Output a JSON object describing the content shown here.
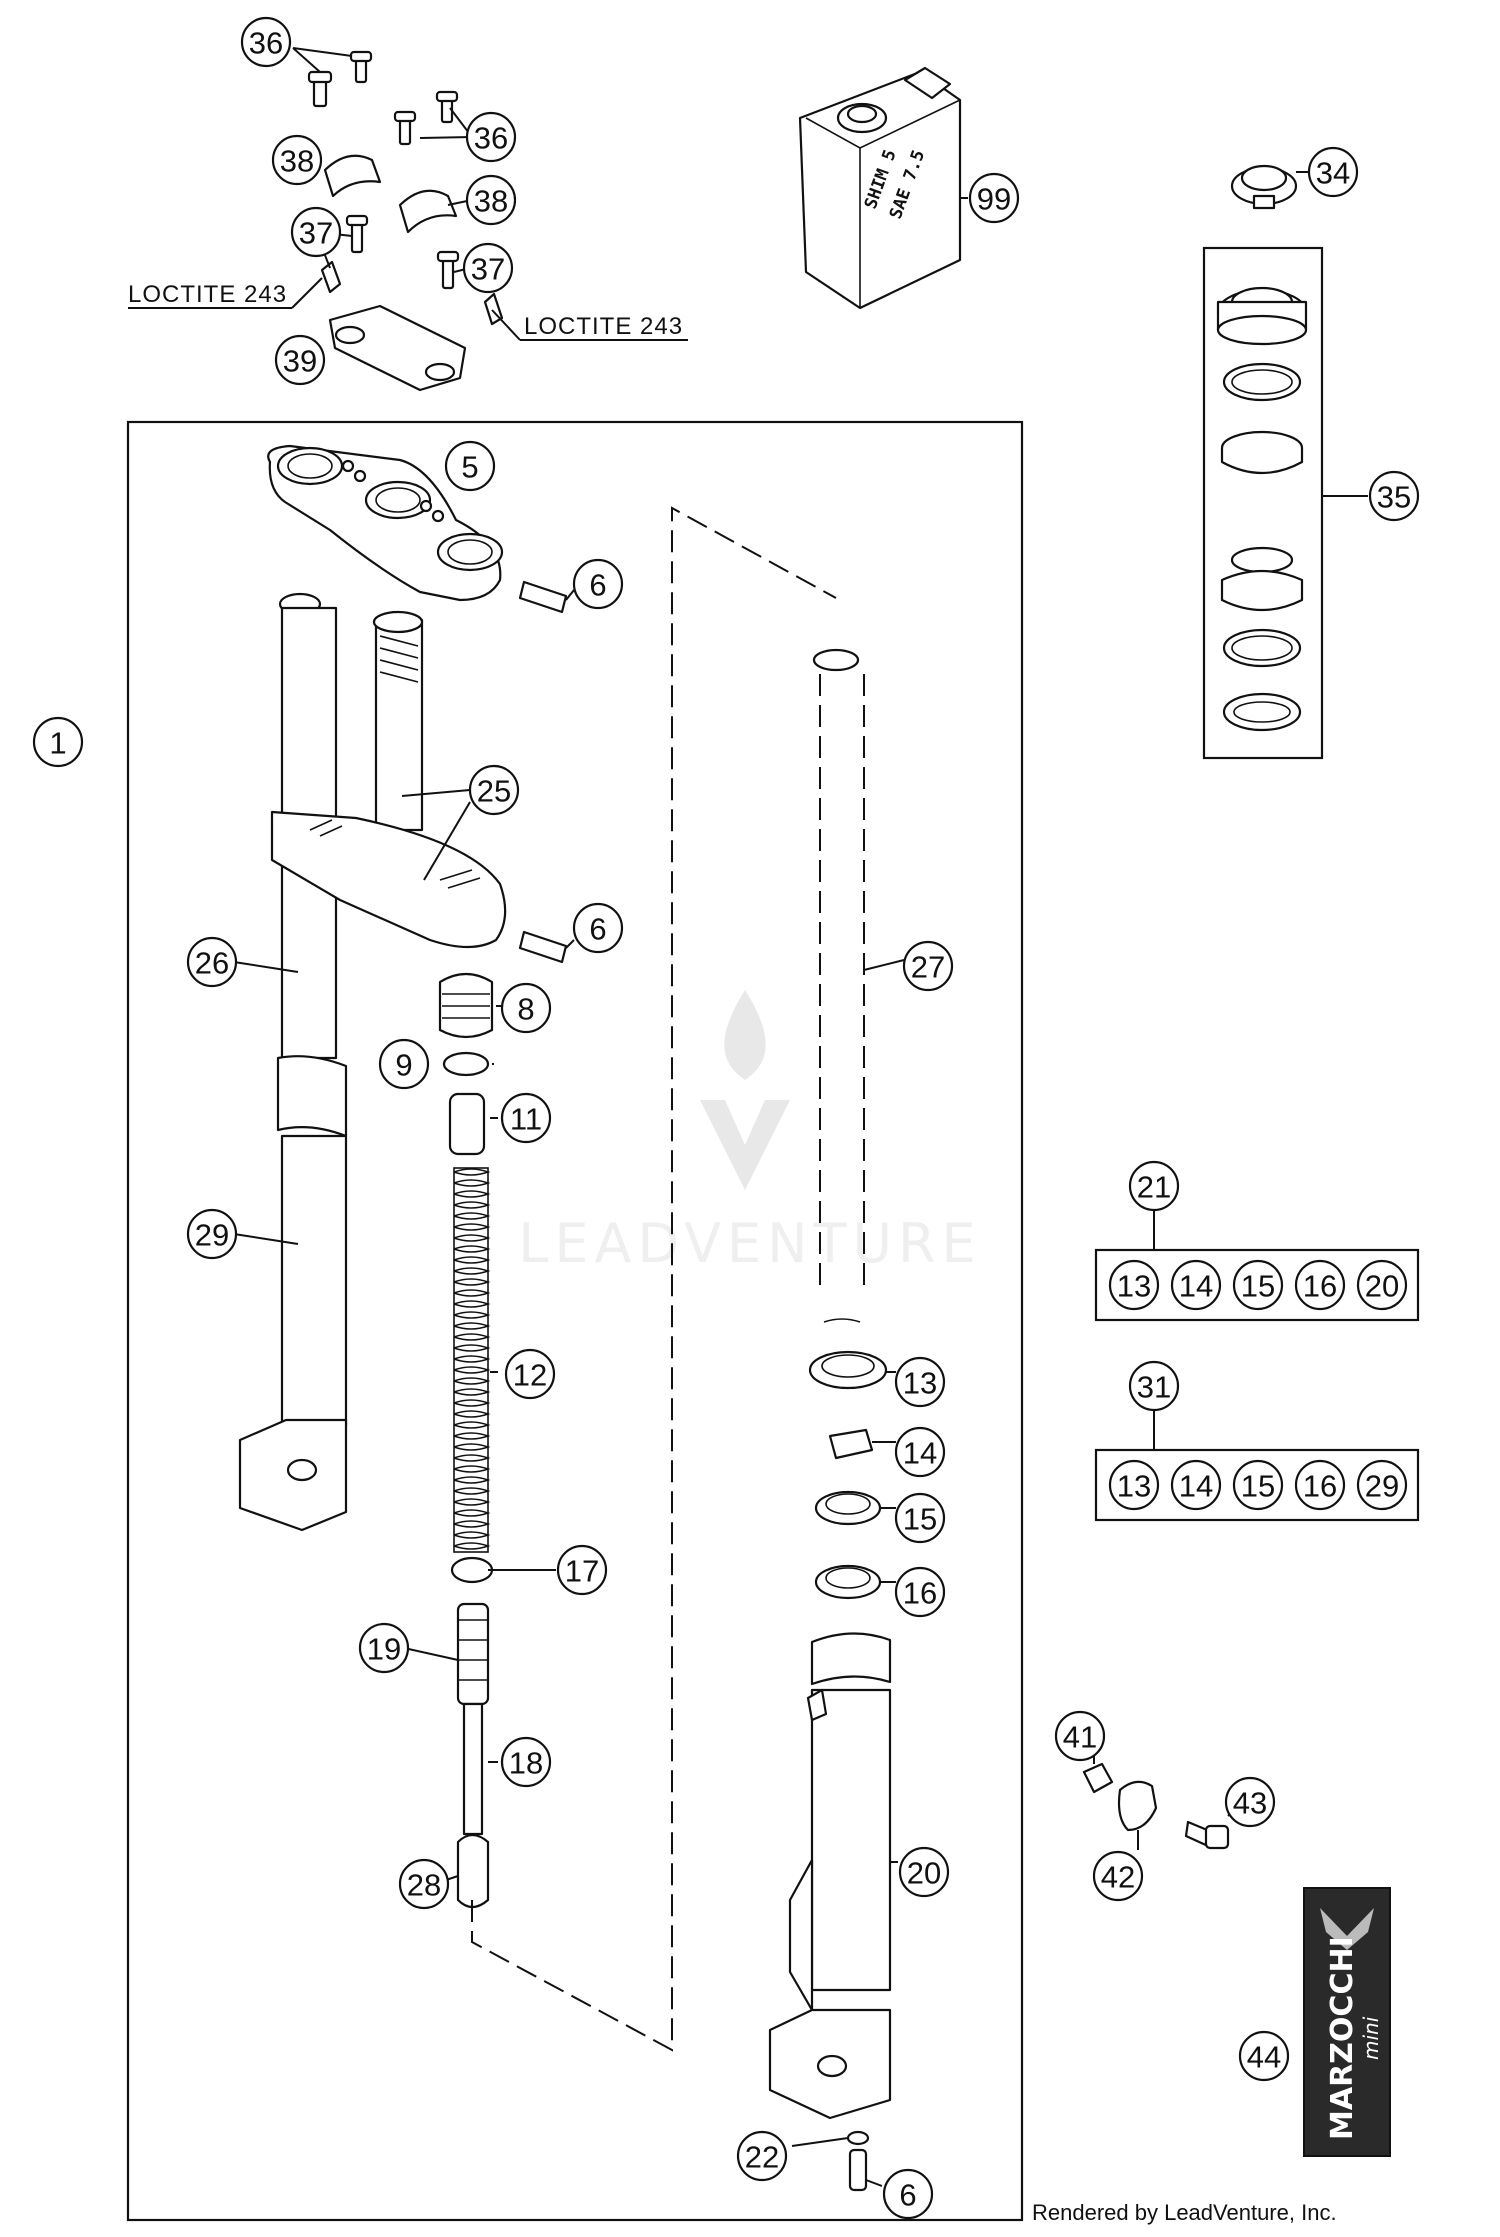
{
  "callouts": {
    "c36a": "36",
    "c36b": "36",
    "c38a": "38",
    "c38b": "38",
    "c37a": "37",
    "c37b": "37",
    "c39": "39",
    "c99": "99",
    "c34": "34",
    "c35": "35",
    "c1": "1",
    "c5": "5",
    "c6a": "6",
    "c25": "25",
    "c6b": "6",
    "c26": "26",
    "c8": "8",
    "c9": "9",
    "c11": "11",
    "c27": "27",
    "c29": "29",
    "c12": "12",
    "c13": "13",
    "c14": "14",
    "c15": "15",
    "c16": "16",
    "c17": "17",
    "c19": "19",
    "c18": "18",
    "c28": "28",
    "c20": "20",
    "c22": "22",
    "c6c": "6",
    "c21": "21",
    "c31": "31",
    "c41": "41",
    "c42": "42",
    "c43": "43",
    "c44": "44"
  },
  "kit21": [
    "13",
    "14",
    "15",
    "16",
    "20"
  ],
  "kit31": [
    "13",
    "14",
    "15",
    "16",
    "29"
  ],
  "labels": {
    "loctite_left": "LOCTITE 243",
    "loctite_right": "LOCTITE 243"
  },
  "oil_can_text": [
    "SHIM 5",
    "SAE 7.5"
  ],
  "brand_plate": {
    "name": "MARZOCCHI",
    "sub": "mini"
  },
  "watermark": "LEADVENTURE",
  "credit": "Rendered by LeadVenture, Inc."
}
